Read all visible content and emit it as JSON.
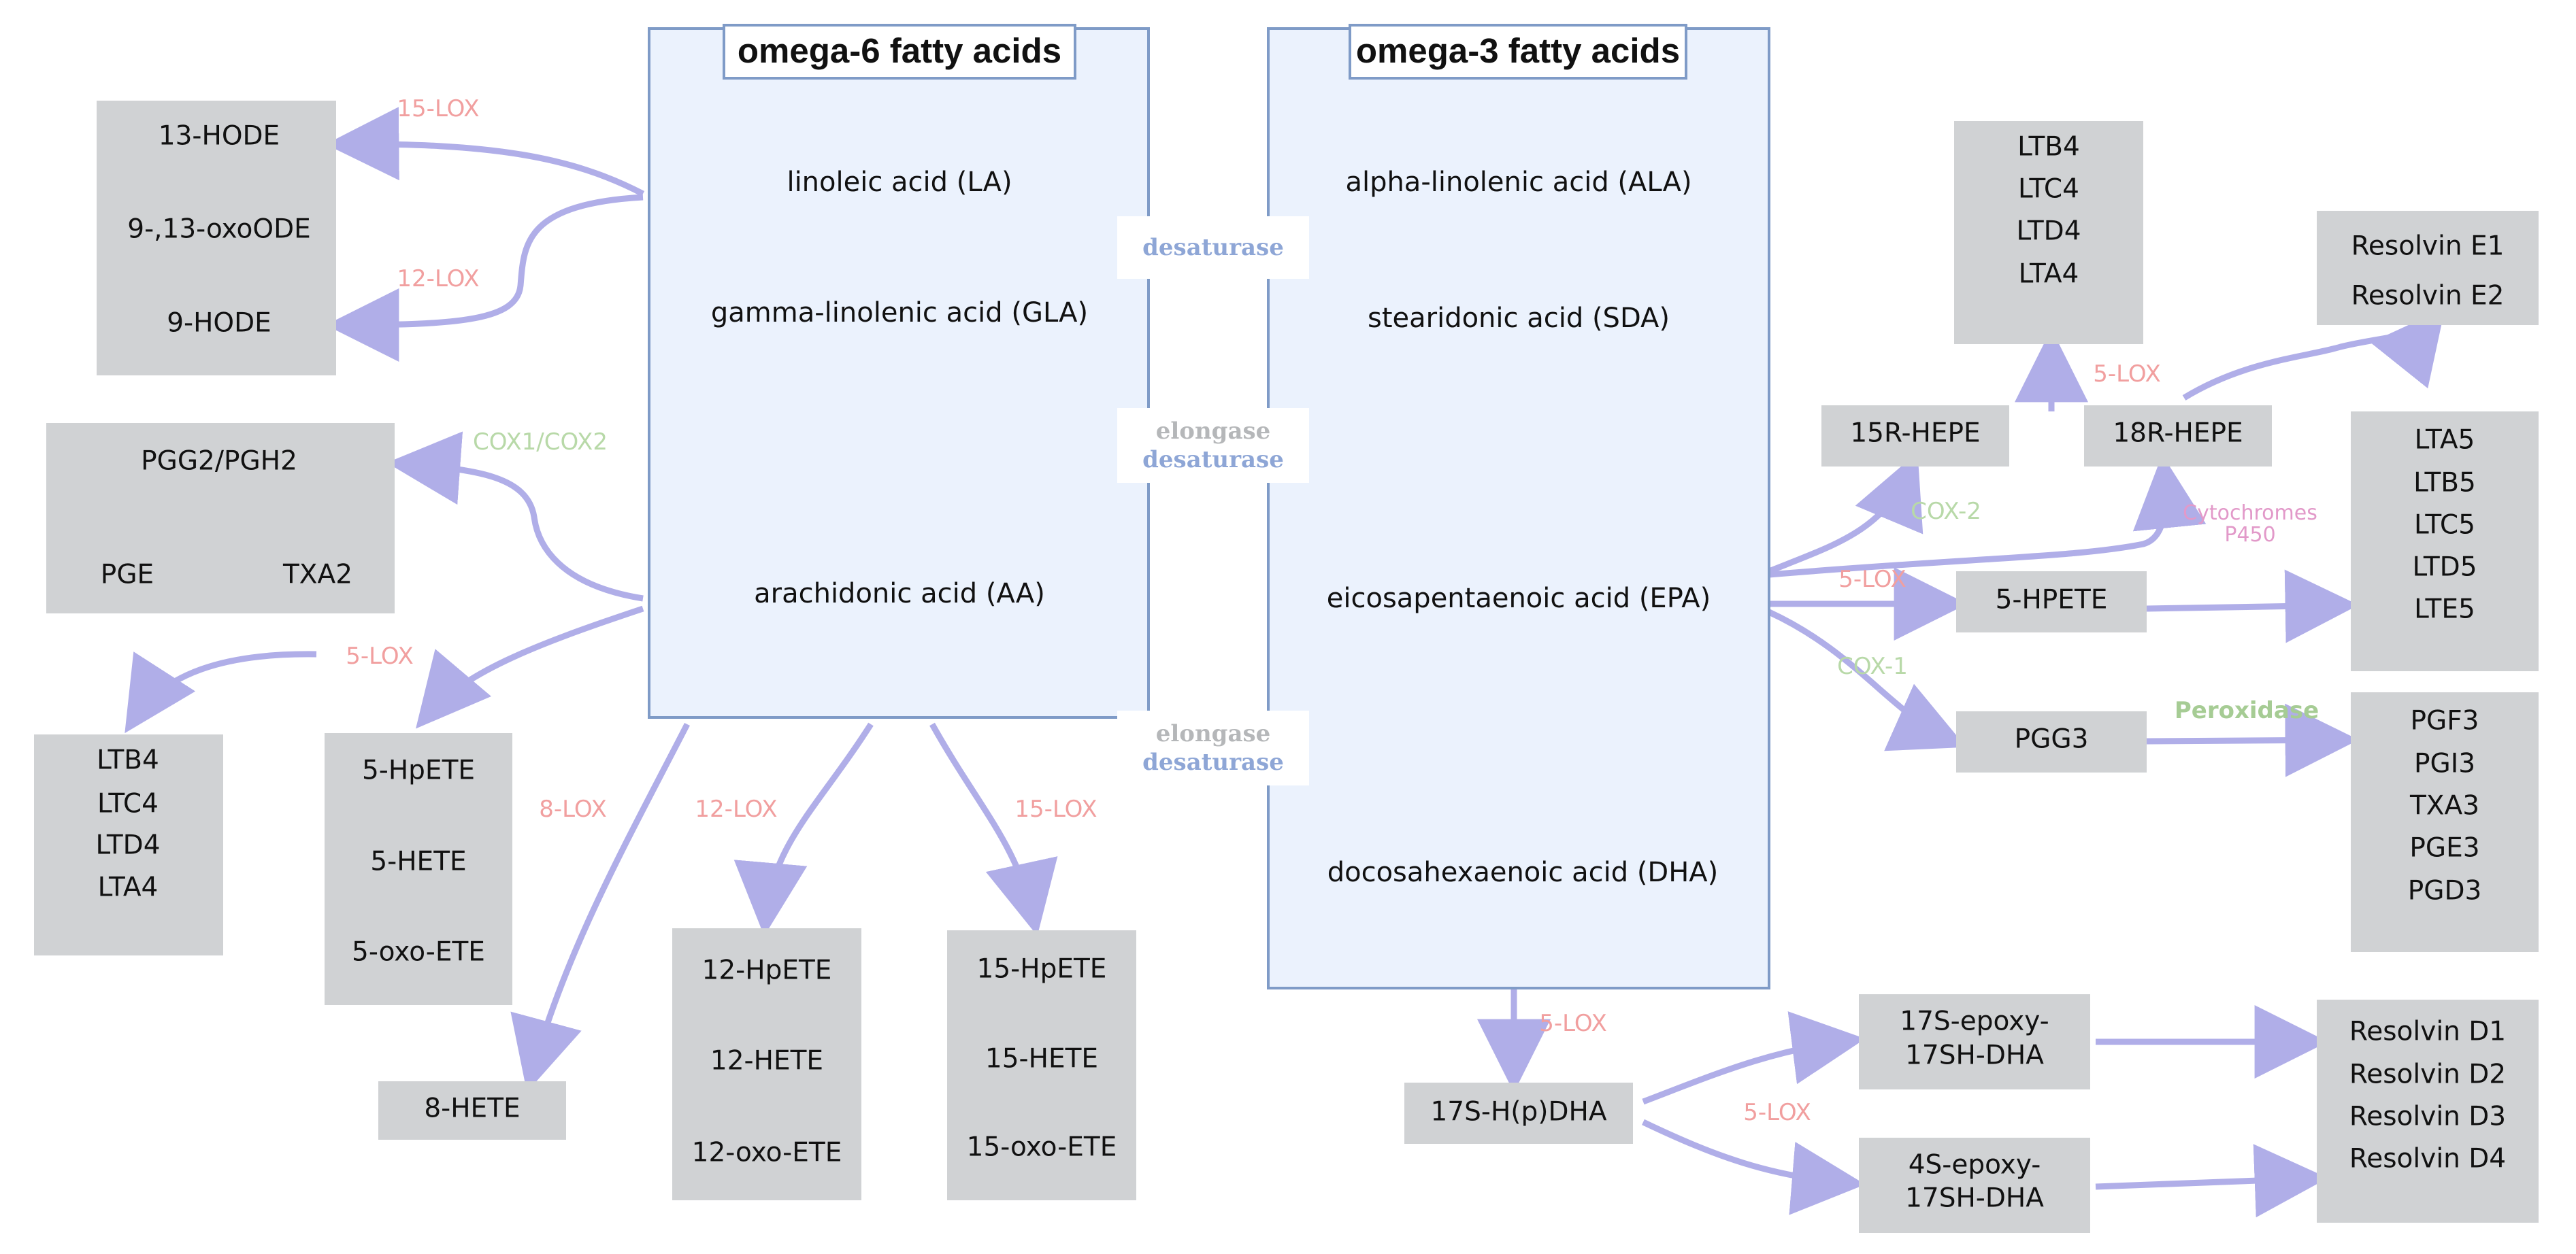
{
  "colors": {
    "lox": "#f19f9f",
    "cox": "#b8d9a8",
    "peroxidase": "#a6cc94",
    "cyp": "#e299c9",
    "enzyme_blue": "#8ea6d6",
    "enzyme_grey": "#b5b7b9",
    "flow": "#b0aee8"
  },
  "omega6": {
    "title": "omega-6 fatty acids",
    "la": "linoleic acid (LA)",
    "gla": "gamma-linolenic acid (GLA)",
    "aa": "arachidonic acid (AA)"
  },
  "omega3": {
    "title": "omega-3 fatty acids",
    "ala": "alpha-linolenic acid (ALA)",
    "sda": "stearidonic acid (SDA)",
    "epa": "eicosapentaenoic acid (EPA)",
    "dha": "docosahexaenoic acid (DHA)"
  },
  "enzymes_middle": {
    "desaturase_1": "desaturase",
    "elongase_1": "elongase",
    "desaturase_2": "desaturase",
    "elongase_2": "elongase",
    "desaturase_3": "desaturase"
  },
  "labels": {
    "lox15_top": "15-LOX",
    "lox12_top": "12-LOX",
    "cox1_cox2": "COX1/COX2",
    "lox5_left": "5-LOX",
    "lox8": "8-LOX",
    "lox12_bottom": "12-LOX",
    "lox15_bottom": "15-LOX",
    "cox2": "COX-2",
    "lox5_epa": "5-LOX",
    "cox1": "COX-1",
    "peroxidase": "Peroxidase",
    "cytochromes": "Cytochromes",
    "p450": "P450",
    "lox5_hepe": "5-LOX",
    "lox5_dha": "5-LOX",
    "lox5_17s": "5-LOX"
  },
  "boxes": {
    "hode": [
      "13-HODE",
      "9-,13-oxoODE",
      "9-HODE"
    ],
    "pgg2": {
      "top": "PGG2/PGH2",
      "left": "PGE",
      "right": "TXA2"
    },
    "ltb_left": [
      "LTB4",
      "LTC4",
      "LTD4",
      "LTA4"
    ],
    "hpete5": [
      "5-HpETE",
      "5-HETE",
      "5-oxo-ETE"
    ],
    "hete8": "8-HETE",
    "hpete12": [
      "12-HpETE",
      "12-HETE",
      "12-oxo-ETE"
    ],
    "hpete15": [
      "15-HpETE",
      "15-HETE",
      "15-oxo-ETE"
    ],
    "ltb_right": [
      "LTB4",
      "LTC4",
      "LTD4",
      "LTA4"
    ],
    "resolvin_e": [
      "Resolvin E1",
      "Resolvin E2"
    ],
    "hepe15r": "15R-HEPE",
    "hepe18r": "18R-HEPE",
    "lta5": [
      "LTA5",
      "LTB5",
      "LTC5",
      "LTD5",
      "LTE5"
    ],
    "hpete5_epa": "5-HPETE",
    "pgg3": "PGG3",
    "pgf3": [
      "PGF3",
      "PGI3",
      "TXA3",
      "PGE3",
      "PGD3"
    ],
    "h17s": "17S-H(p)DHA",
    "epoxy17s": [
      "17S-epoxy-",
      "17SH-DHA"
    ],
    "epoxy4s": [
      "4S-epoxy-",
      "17SH-DHA"
    ],
    "resolvin_d": [
      "Resolvin D1",
      "Resolvin D2",
      "Resolvin D3",
      "Resolvin D4"
    ]
  }
}
